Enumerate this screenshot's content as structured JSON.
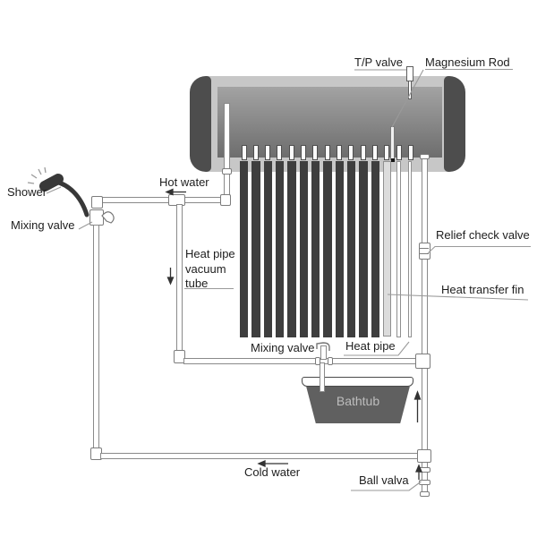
{
  "labels": {
    "tp_valve": "T/P valve",
    "magnesium_rod": "Magnesium Rod",
    "shower": "Shower",
    "mixing_valve_left": "Mixing valve",
    "hot_water": "Hot water",
    "heat_pipe_vacuum_tube": "Heat pipe\nvacuum\ntube",
    "relief_check_valve": "Relief check valve",
    "heat_transfer_fin": "Heat transfer fin",
    "mixing_valve_center": "Mixing valve",
    "heat_pipe": "Heat pipe",
    "bathtub": "Bathtub",
    "cold_water": "Cold water",
    "ball_valve": "Ball valva"
  },
  "diagram": {
    "socket_count": 15,
    "dark_tube_count": 12,
    "colors": {
      "tank_shell": "#c7c7c7",
      "tank_cap": "#4d4d4d",
      "tank_inner_top": "#a3a3a3",
      "tank_inner_bottom": "#6d6d6d",
      "vacuum_tube": "#3e3e3e",
      "fin_tube": "#dcdcdc",
      "bathtub_fill": "#606060",
      "bathtub_text": "#bdbdbd",
      "pipe_outline": "#8a8a8a",
      "label_text": "#1d1d1d"
    }
  }
}
